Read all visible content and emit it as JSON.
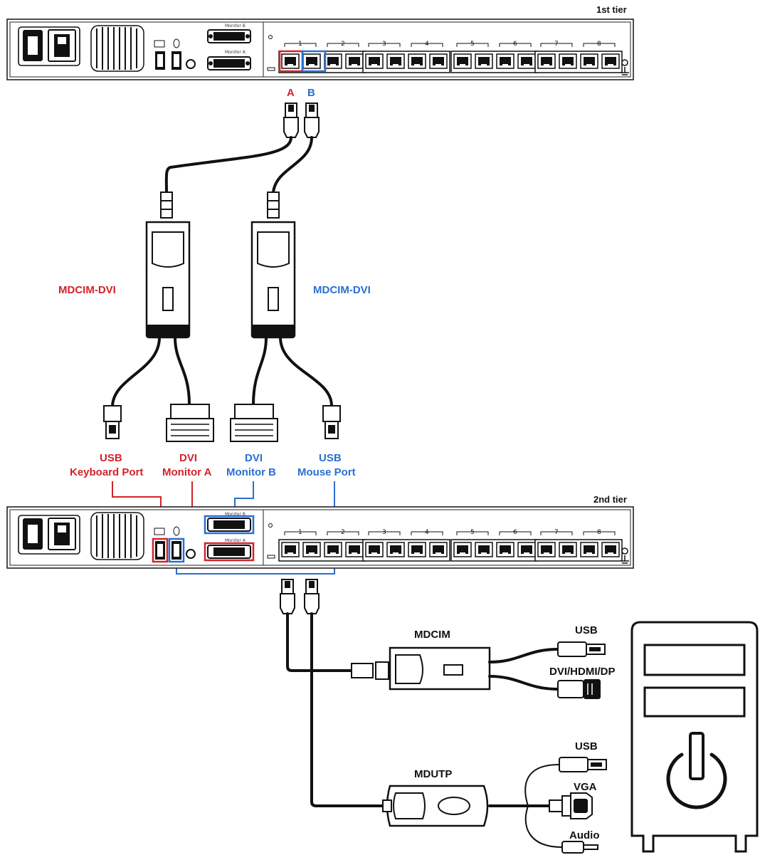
{
  "tiers": {
    "first": "1st tier",
    "second": "2nd tier"
  },
  "port_groups": [
    "1",
    "2",
    "3",
    "4",
    "5",
    "6",
    "7",
    "8"
  ],
  "panel_labels": {
    "monitor_b": "Monitor B",
    "monitor_a": "Monitor A"
  },
  "markers": {
    "a": "A",
    "b": "B"
  },
  "modules": {
    "mdcim_dvi_left": "MDCIM-DVI",
    "mdcim_dvi_right": "MDCIM-DVI",
    "mdcim": "MDCIM",
    "mdutp": "MDUTP"
  },
  "connectors": {
    "usb_keyboard": {
      "line1": "USB",
      "line2": "Keyboard Port"
    },
    "dvi_monitor_a": {
      "line1": "DVI",
      "line2": "Monitor A"
    },
    "dvi_monitor_b": {
      "line1": "DVI",
      "line2": "Monitor B"
    },
    "usb_mouse": {
      "line1": "USB",
      "line2": "Mouse Port"
    }
  },
  "computer_ports": {
    "mdcim_usb": "USB",
    "mdcim_video": "DVI/HDMI/DP",
    "mdutp_usb": "USB",
    "mdutp_vga": "VGA",
    "mdutp_audio": "Audio"
  },
  "colors": {
    "red": "#d2232a",
    "blue": "#2a6fd2",
    "black": "#111111"
  }
}
